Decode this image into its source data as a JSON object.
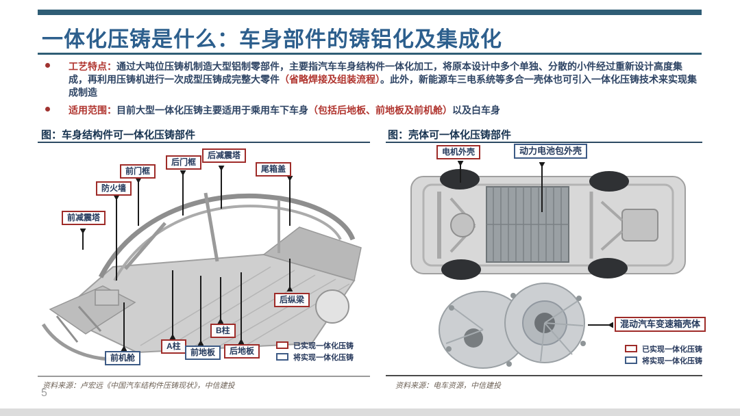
{
  "slide": {
    "title": "一体化压铸是什么：车身部件的铸铝化及集成化",
    "page_number": "5",
    "bullets": [
      {
        "label": "工艺特点：",
        "text1": "通过大吨位压铸机制造大型铝制零部件，主要指汽车车身结构件一体化加工，将原本设计中多个单独、分散的小件经过重新设计高度集成，再利用压铸机进行一次成型压铸成完整大零件",
        "red": "（省略焊接及组装流程）",
        "text2": "。此外，新能源车三电系统等多合一壳体也可引入一体化压铸技术来实现集成制造"
      },
      {
        "label": "适用范围：",
        "text1": "目前大型一体化压铸主要适用于乘用车下车身",
        "red": "（包括后地板、前地板及前机舱）",
        "text2": "以及白车身"
      }
    ],
    "figure_left": {
      "caption": "图：车身结构件可一体化压铸部件",
      "labels": [
        {
          "text": "前减震塔",
          "type": "red"
        },
        {
          "text": "防火墙",
          "type": "red"
        },
        {
          "text": "前门框",
          "type": "red"
        },
        {
          "text": "后门框",
          "type": "red"
        },
        {
          "text": "后减震塔",
          "type": "red"
        },
        {
          "text": "尾箱盖",
          "type": "red"
        },
        {
          "text": "后纵梁",
          "type": "red"
        },
        {
          "text": "B柱",
          "type": "red"
        },
        {
          "text": "A柱",
          "type": "red"
        },
        {
          "text": "前地板",
          "type": "blue"
        },
        {
          "text": "后地板",
          "type": "red"
        },
        {
          "text": "前机舱",
          "type": "blue"
        }
      ],
      "legend": [
        {
          "text": "已实现一体化压铸",
          "color": "red"
        },
        {
          "text": "将实现一体化压铸",
          "color": "blue"
        }
      ],
      "source": "资料来源：卢宏远《中国汽车结构件压铸现状》，中信建投"
    },
    "figure_right": {
      "caption": "图：壳体可一体化压铸部件",
      "labels": [
        {
          "text": "电机外壳",
          "type": "red"
        },
        {
          "text": "动力电池包外壳",
          "type": "blue"
        },
        {
          "text": "混动汽车变速箱壳体",
          "type": "red"
        }
      ],
      "legend": [
        {
          "text": "已实现一体化压铸",
          "color": "red"
        },
        {
          "text": "将实现一体化压铸",
          "color": "blue"
        }
      ],
      "source": "资料来源：电车资源，中信建投"
    },
    "colors": {
      "accent_red": "#9e2b28",
      "accent_blue": "#3c5a85",
      "title_blue": "#2d5f8d",
      "bar_teal": "#2f5d75",
      "body_text": "#2e4464",
      "red_text": "#b0352f",
      "source_gray": "#6e6257"
    }
  }
}
